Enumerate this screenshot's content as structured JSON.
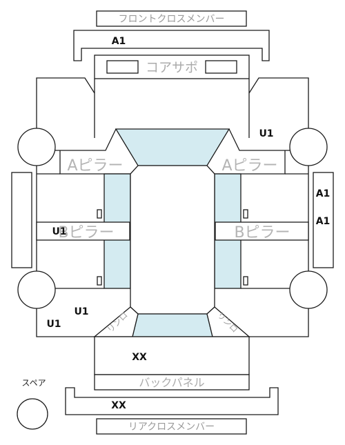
{
  "labels": {
    "front_cross_member": "フロントクロスメンバー",
    "core_support": "コアサポ",
    "a_pillar_left": "Aピラー",
    "a_pillar_right": "Aピラー",
    "b_pillar_left": "Bピラー",
    "b_pillar_right": "Bピラー",
    "back_panel": "バックパネル",
    "rear_cross_member": "リアクロスメンバー",
    "spare": "スペア",
    "rear_pillar_left": "リンロ",
    "rear_pillar_right": "リンロ"
  },
  "codes": {
    "front_cross_member": "A1",
    "right_a_pillar_upper": "U1",
    "right_side_sill_upper": "A1",
    "right_side_sill_lower": "A1",
    "left_b_pillar": "U1",
    "left_rear_inner": "U1",
    "left_rear_outer": "U1",
    "back_panel": "XX",
    "rear_cross_member": "XX"
  },
  "colors": {
    "glass": "#d4ebf1",
    "line": "#1a1a1a",
    "label_gray": "#ababab"
  }
}
